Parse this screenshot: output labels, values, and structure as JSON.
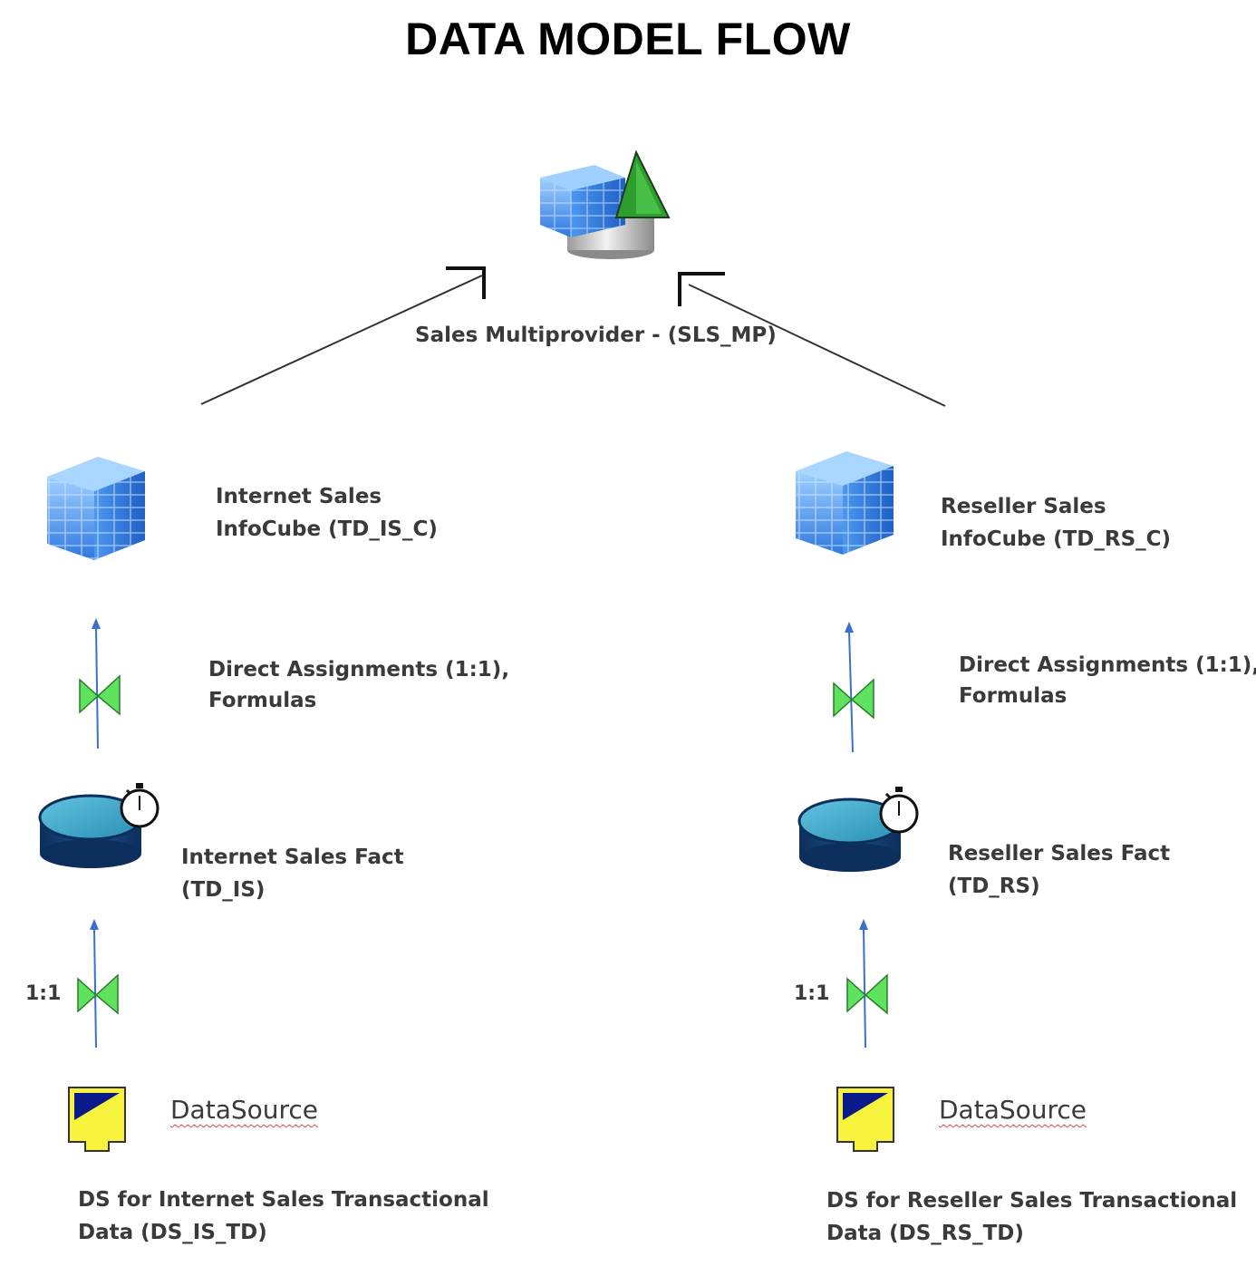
{
  "title": "DATA MODEL FLOW",
  "multiprovider": {
    "label": "Sales Multiprovider - (SLS_MP)",
    "icon": "multiprovider-icon"
  },
  "left": {
    "infocube": {
      "line1": "Internet Sales",
      "line2": "InfoCube (TD_IS_C)",
      "icon": "infocube-icon"
    },
    "transformation_upper": {
      "line1": "Direct Assignments (1:1),",
      "line2": "Formulas",
      "icon": "transformation-icon"
    },
    "dso": {
      "line1": "Internet Sales Fact",
      "line2": "(TD_IS)",
      "icon": "dso-icon"
    },
    "transformation_lower": {
      "ratio": "1:1",
      "icon": "transformation-icon"
    },
    "datasource": {
      "title": "DataSource",
      "line1": "DS for Internet Sales Transactional",
      "line2": "Data (DS_IS_TD)",
      "icon": "datasource-icon"
    }
  },
  "right": {
    "infocube": {
      "line1": "Reseller Sales",
      "line2": "InfoCube (TD_RS_C)",
      "icon": "infocube-icon"
    },
    "transformation_upper": {
      "line1": "Direct Assignments (1:1),",
      "line2": "Formulas",
      "icon": "transformation-icon"
    },
    "dso": {
      "line1": "Reseller Sales Fact",
      "line2": "(TD_RS)",
      "icon": "dso-icon"
    },
    "transformation_lower": {
      "ratio": "1:1",
      "icon": "transformation-icon"
    },
    "datasource": {
      "title": "DataSource",
      "line1": "DS for Reseller Sales Transactional",
      "line2": "Data (DS_RS_TD)",
      "icon": "datasource-icon"
    }
  },
  "colors": {
    "cube_blue": "#3a86e6",
    "cube_light": "#8cc4ff",
    "dso_dark": "#123a6b",
    "dso_top": "#3aa3c8",
    "valve_green": "#5fe35f",
    "arrow_blue": "#3a6fd0",
    "triangle_green": "#2e9e2e",
    "datasource_yellow": "#f7f23c",
    "datasource_navy": "#0a1a8a"
  }
}
